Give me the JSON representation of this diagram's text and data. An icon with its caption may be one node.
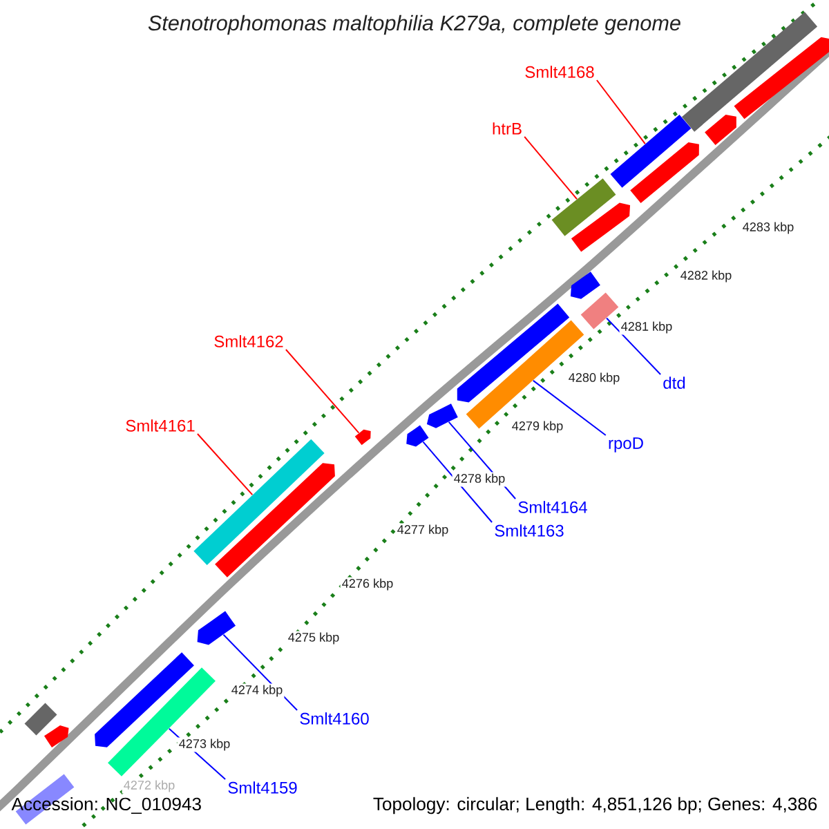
{
  "diagram": {
    "title": "Stenotrophomonas maltophilia K279a, complete genome",
    "nodes": [
      {
        "text": [
          "Smlt4168"
        ]
      },
      {
        "text": [
          "htrB"
        ]
      },
      {
        "text": [
          "Smlt4162"
        ]
      },
      {
        "text": [
          "Smlt4161"
        ]
      },
      {
        "text": [
          "dtd"
        ]
      },
      {
        "text": [
          "rpoD"
        ]
      },
      {
        "text": [
          "Smlt4164"
        ]
      },
      {
        "text": [
          "Smlt4163"
        ]
      },
      {
        "text": [
          "Smlt4160"
        ]
      },
      {
        "text": [
          "Smlt4159"
        ]
      },
      {
        "text": [],
        "shape": "bar"
      },
      {
        "text": [],
        "shape": "bar"
      },
      {
        "text": [],
        "shape": "bar"
      },
      {
        "text": [],
        "shape": "bar"
      },
      {
        "text": [],
        "shape": "bar"
      },
      {
        "text": [],
        "shape": "bar"
      },
      {
        "text": [],
        "shape": "bar"
      },
      {
        "text": [],
        "shape": "bar"
      },
      {
        "text": [],
        "shape": "bar"
      },
      {
        "text": [],
        "shape": "bar"
      },
      {
        "text": [],
        "shape": "bar"
      },
      {
        "text": [],
        "shape": "bar"
      },
      {
        "text": [],
        "shape": "bar"
      },
      {
        "text": [],
        "shape": "bar"
      },
      {
        "text": [],
        "shape": "bar"
      },
      {
        "text": [],
        "shape": "bar"
      },
      {
        "text": [],
        "shape": "bar"
      },
      {
        "text": [],
        "shape": "bar"
      },
      {
        "text": [],
        "shape": "bar"
      },
      {
        "text": [],
        "shape": "bar"
      },
      {
        "text": [],
        "shape": "bar"
      },
      {
        "text": [],
        "shape": "bar"
      }
    ],
    "edges": [
      {
        "from": 0,
        "to": 10,
        "arrow": "none",
        "color": "#ff0000"
      },
      {
        "from": 1,
        "to": 11,
        "arrow": "none",
        "color": "#ff0000"
      },
      {
        "from": 2,
        "to": 12,
        "arrow": "none",
        "color": "#ff0000"
      },
      {
        "from": 3,
        "to": 13,
        "arrow": "none",
        "color": "#ff0000"
      },
      {
        "from": 4,
        "to": 14,
        "arrow": "none"
      },
      {
        "from": 5,
        "to": 15,
        "arrow": "none"
      },
      {
        "from": 6,
        "to": 16,
        "arrow": "none"
      },
      {
        "from": 7,
        "to": 17,
        "arrow": "none"
      },
      {
        "from": 8,
        "to": 18,
        "arrow": "none"
      },
      {
        "from": 9,
        "to": 19,
        "arrow": "none"
      }
    ],
    "labels": [
      "4283 kbp",
      "4282 kbp",
      "4281 kbp",
      "4280 kbp",
      "4279 kbp",
      "4278 kbp",
      "4277 kbp",
      "4276 kbp",
      "4275 kbp",
      "4274 kbp",
      "4273 kbp",
      "4272 kbp",
      "Accession: NC_010943",
      "Topology: circular; Length: 4,851,126 bp; Genes: 4,386"
    ]
  }
}
